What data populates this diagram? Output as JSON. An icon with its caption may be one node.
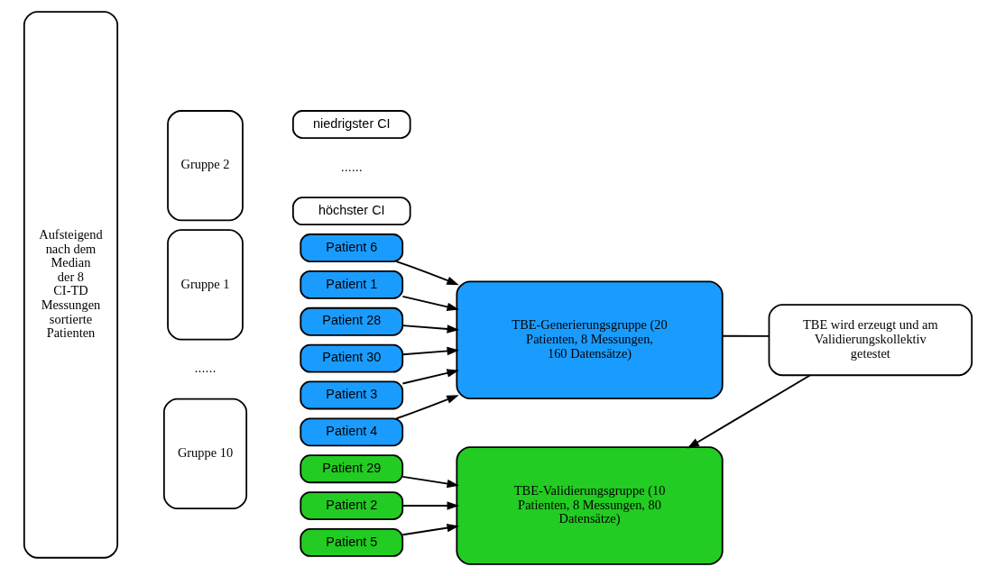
{
  "diagram": {
    "nodes": [
      {
        "text": [
          "Aufsteigend nach dem Median der 8 CI-TD Messungen sortierte Patienten"
        ]
      },
      {
        "text": [
          "niedrigster CI"
        ]
      },
      {
        "text": [
          "Gruppe 1"
        ]
      },
      {
        "text": [
          "Patient 1"
        ]
      },
      {
        "text": [
          "Patient 2"
        ]
      },
      {
        "text": [
          "Patient 3"
        ]
      },
      {
        "text": [
          "Gruppe 2"
        ]
      },
      {
        "text": [
          "Patient 4"
        ]
      },
      {
        "text": [
          "Patient 5"
        ]
      },
      {
        "text": [
          "Patient 6"
        ]
      },
      {
        "text": [
          "Gruppe 10"
        ]
      },
      {
        "text": [
          "Patient 28"
        ]
      },
      {
        "text": [
          "Patient 29"
        ]
      },
      {
        "text": [
          "Patient 30"
        ]
      },
      {
        "text": [
          "höchster CI"
        ]
      },
      {
        "text": [
          "TBE-Generierungsgruppe (20 Patienten, 8 Messungen, 160 Datensätze)"
        ]
      },
      {
        "text": [
          "TBE-Validierungsgruppe (10 Patienten, 8 Messungen, 80 Datensätze)"
        ]
      },
      {
        "text": [
          "TBE wird erzeugt und am Validierungskollektiv getestet"
        ]
      }
    ],
    "edges": [
      {
        "from": 3,
        "to": 15,
        "arrow": "to"
      },
      {
        "from": 4,
        "to": 16,
        "arrow": "to"
      },
      {
        "from": 5,
        "to": 15,
        "arrow": "to"
      },
      {
        "from": 7,
        "to": 15,
        "arrow": "to"
      },
      {
        "from": 8,
        "to": 16,
        "arrow": "to"
      },
      {
        "from": 9,
        "to": 15,
        "arrow": "to"
      },
      {
        "from": 11,
        "to": 15,
        "arrow": "to"
      },
      {
        "from": 12,
        "to": 16,
        "arrow": "to"
      },
      {
        "from": 13,
        "to": 15,
        "arrow": "to"
      },
      {
        "from": 15,
        "to": 17,
        "arrow": "none"
      },
      {
        "from": 17,
        "to": 16,
        "arrow": "to"
      }
    ],
    "labels": [
      "......",
      "......"
    ]
  }
}
